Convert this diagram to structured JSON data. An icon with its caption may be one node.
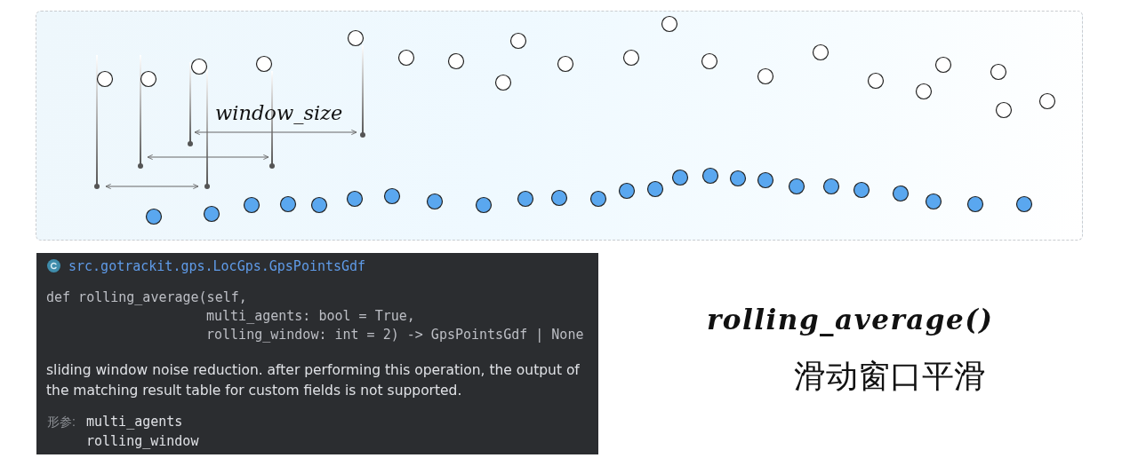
{
  "diagram": {
    "nodes": [
      {
        "text": [
          "window_size"
        ]
      },
      {
        "text": [
          "src.gotrackit.gps.LocGps.GpsPointsGdf",
          "def rolling_average(self,",
          "multi_agents: bool = True,",
          "rolling_window: int = 2) -> GpsPointsGdf | None",
          "sliding window noise reduction. after performing this operation, the output of the matching result table for custom fields is not supported.",
          "形参:",
          "multi_agents",
          "rolling_window"
        ]
      }
    ],
    "edges": [],
    "labels": [
      "rolling_average()",
      "滑动窗口平滑"
    ]
  }
}
